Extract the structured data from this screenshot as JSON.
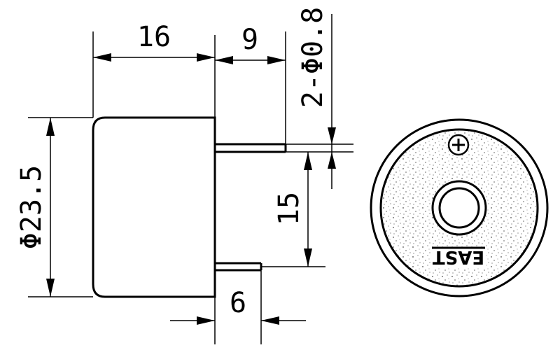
{
  "dimensions": {
    "body_length": "16",
    "lead_length": "9",
    "lead_spec": "2-Φ0.8",
    "diameter": "Φ23.5",
    "pin_pitch": "15",
    "lead_base": "6"
  },
  "face": {
    "polarity_mark": "+",
    "brand": "EAST"
  },
  "colors": {
    "line": "#000000",
    "background": "#ffffff"
  }
}
